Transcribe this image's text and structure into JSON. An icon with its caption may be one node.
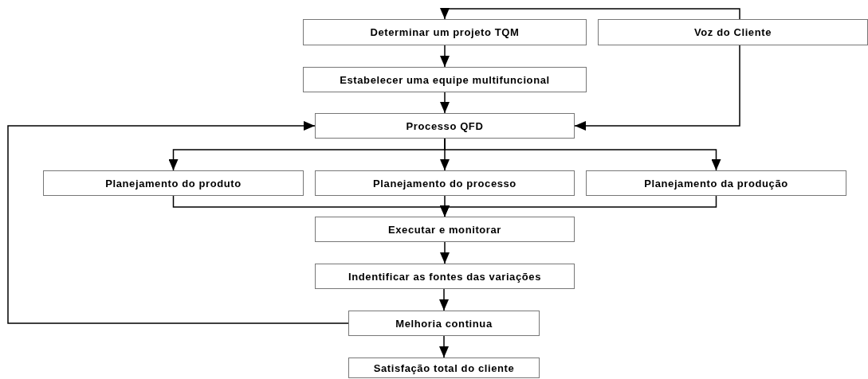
{
  "diagram": {
    "nodes": [
      {
        "text": [
          "Determinar um projeto TQM"
        ]
      },
      {
        "text": [
          "Voz do Cliente"
        ]
      },
      {
        "text": [
          "Estabelecer uma equipe multifuncional"
        ]
      },
      {
        "text": [
          "Processo QFD"
        ]
      },
      {
        "text": [
          "Planejamento do produto"
        ]
      },
      {
        "text": [
          "Planejamento do processo"
        ]
      },
      {
        "text": [
          "Planejamento da produção"
        ]
      },
      {
        "text": [
          "Executar e monitorar"
        ]
      },
      {
        "text": [
          "Indentificar as fontes das variações"
        ]
      },
      {
        "text": [
          "Melhoria continua"
        ]
      },
      {
        "text": [
          "Satisfação total do cliente"
        ]
      }
    ],
    "edges": [
      {
        "from": 1,
        "to": 0,
        "arrow": "to"
      },
      {
        "from": 0,
        "to": 2,
        "arrow": "to"
      },
      {
        "from": 2,
        "to": 3,
        "arrow": "to"
      },
      {
        "from": 1,
        "to": 3,
        "arrow": "to"
      },
      {
        "from": 3,
        "to": 4,
        "arrow": "to"
      },
      {
        "from": 3,
        "to": 5,
        "arrow": "to"
      },
      {
        "from": 3,
        "to": 6,
        "arrow": "to"
      },
      {
        "from": 4,
        "to": 7,
        "arrow": "to"
      },
      {
        "from": 5,
        "to": 7,
        "arrow": "to"
      },
      {
        "from": 6,
        "to": 7,
        "arrow": "to"
      },
      {
        "from": 7,
        "to": 8,
        "arrow": "to"
      },
      {
        "from": 8,
        "to": 9,
        "arrow": "to"
      },
      {
        "from": 9,
        "to": 10,
        "arrow": "to"
      },
      {
        "from": 9,
        "to": 3,
        "arrow": "to"
      }
    ]
  }
}
